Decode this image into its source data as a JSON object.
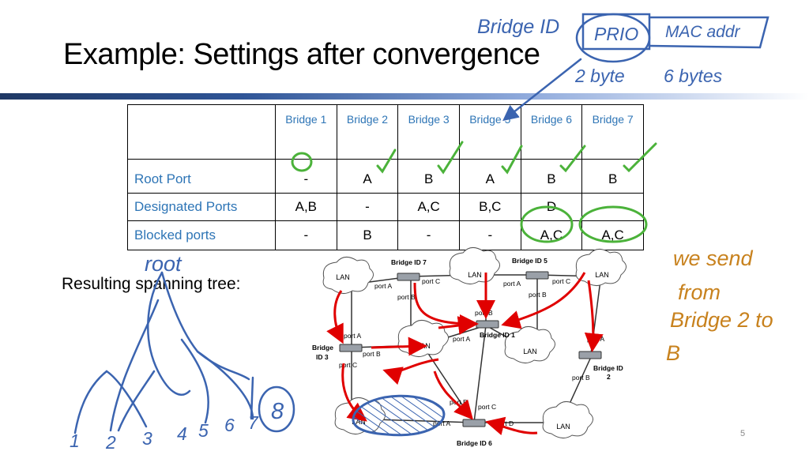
{
  "slide": {
    "title": "Example: Settings after convergence",
    "subtitle": "Resulting spanning tree:",
    "page_number": "5"
  },
  "table": {
    "columns": [
      "Bridge 1",
      "Bridge 2",
      "Bridge 3",
      "Bridge 5",
      "Bridge 6",
      "Bridge 7"
    ],
    "rows": [
      {
        "label": "Root Port",
        "values": [
          "-",
          "A",
          "B",
          "A",
          "B",
          "B"
        ]
      },
      {
        "label": "Designated Ports",
        "values": [
          "A,B",
          "-",
          "A,C",
          "B,C",
          "D",
          "-"
        ]
      },
      {
        "label": "Blocked ports",
        "values": [
          "-",
          "B",
          "-",
          "-",
          "A,C",
          "A,C"
        ]
      }
    ]
  },
  "diagram": {
    "bridges": {
      "b7": "Bridge ID 7",
      "b5": "Bridge ID 5",
      "b1": "Bridge ID 1",
      "b3_line1": "Bridge",
      "b3_line2": "ID 3",
      "b2_line1": "Bridge ID",
      "b2_line2": "2",
      "b6": "Bridge ID 6"
    },
    "lan_label": "LAN",
    "ports": {
      "b7_a": "port A",
      "b7_b": "port B",
      "b7_c": "port C",
      "b5_a": "port A",
      "b5_b": "port B",
      "b5_c": "port C",
      "b1_a": "port A",
      "b1_b": "port B",
      "b3_a": "port A",
      "b3_b": "port B",
      "b3_c": "port C",
      "b2_a": "port A",
      "b2_b": "port B",
      "b6_a": "port A",
      "b6_b": "port B",
      "b6_c": "port C",
      "b6_d": "port D"
    }
  },
  "annotations": {
    "bridge_id": "Bridge ID",
    "prio": "PRIO",
    "mac_addr": "MAC addr",
    "two_byte": "2 byte",
    "six_bytes": "6 bytes",
    "root": "root",
    "we_send_line1": "we send",
    "we_send_line2": "from",
    "we_send_line3": "Bridge 2 to",
    "we_send_line4": "B",
    "digits": [
      "1",
      "2",
      "3",
      "4",
      "5",
      "6",
      "7",
      "8"
    ],
    "ink_blue": "#3b64b0",
    "ink_green": "#4bb23a",
    "ink_orange": "#c8821e",
    "ink_red": "#e00000"
  }
}
